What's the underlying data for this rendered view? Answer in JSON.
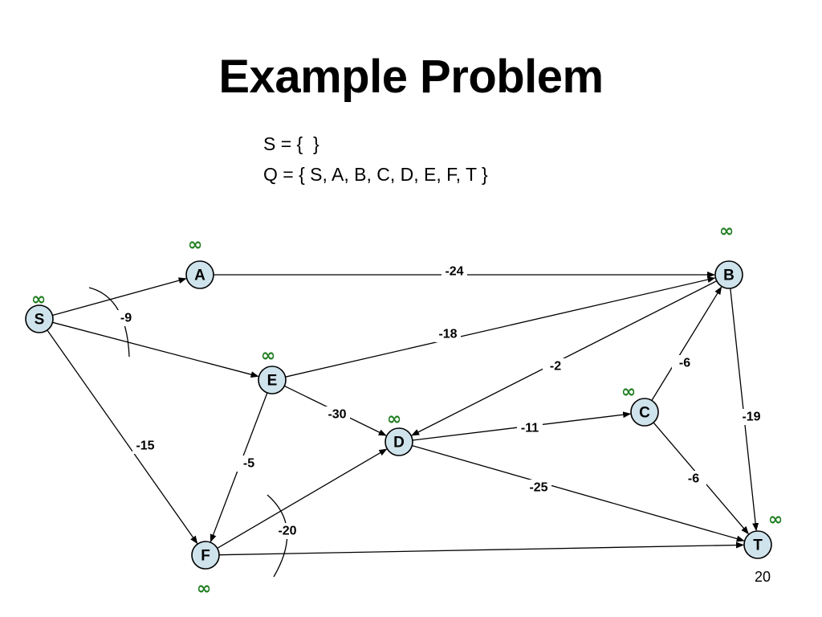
{
  "slide": {
    "title": "Example Problem",
    "page_number": "20"
  },
  "sets": {
    "s_line": "S = {  }",
    "q_line": "Q = { S, A, B, C, D, E, F, T }"
  },
  "graph": {
    "infinity_symbol": "∞",
    "colors": {
      "node_fill": "#cfe3ec",
      "distance_label": "#1e7d1e"
    },
    "nodes": [
      {
        "id": "S",
        "label": "S",
        "distance": "∞"
      },
      {
        "id": "A",
        "label": "A",
        "distance": "∞"
      },
      {
        "id": "B",
        "label": "B",
        "distance": "∞"
      },
      {
        "id": "E",
        "label": "E",
        "distance": "∞"
      },
      {
        "id": "D",
        "label": "D",
        "distance": "∞"
      },
      {
        "id": "C",
        "label": "C",
        "distance": "∞"
      },
      {
        "id": "F",
        "label": "F",
        "distance": "∞"
      },
      {
        "id": "T",
        "label": "T",
        "distance": "∞"
      }
    ],
    "edges": [
      {
        "from": "S",
        "to": "A",
        "weight": "-9"
      },
      {
        "from": "S",
        "to": "E",
        "weight": ""
      },
      {
        "from": "S",
        "to": "F",
        "weight": "-15"
      },
      {
        "from": "A",
        "to": "B",
        "weight": "-24"
      },
      {
        "from": "E",
        "to": "B",
        "weight": "-18"
      },
      {
        "from": "E",
        "to": "D",
        "weight": "-30"
      },
      {
        "from": "E",
        "to": "F",
        "weight": "-5"
      },
      {
        "from": "B",
        "to": "D",
        "weight": "-2"
      },
      {
        "from": "C",
        "to": "B",
        "weight": "-6"
      },
      {
        "from": "B",
        "to": "T",
        "weight": "-19"
      },
      {
        "from": "D",
        "to": "C",
        "weight": "-11"
      },
      {
        "from": "D",
        "to": "T",
        "weight": "-25"
      },
      {
        "from": "C",
        "to": "T",
        "weight": "-6"
      },
      {
        "from": "F",
        "to": "D",
        "weight": "-20"
      },
      {
        "from": "F",
        "to": "T",
        "weight": ""
      }
    ]
  }
}
